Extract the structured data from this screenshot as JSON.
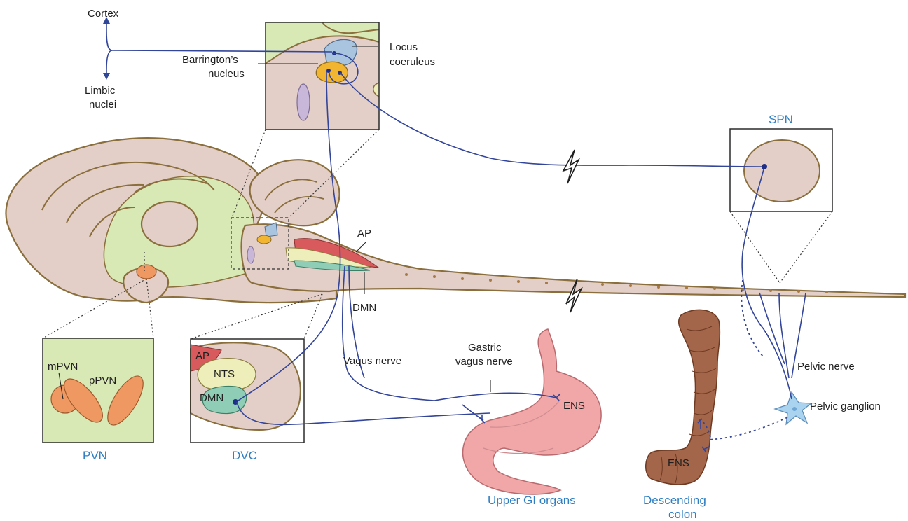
{
  "labels": {
    "cortex": "Cortex",
    "limbic_1": "Limbic",
    "limbic_2": "nuclei",
    "barrington_1": "Barrington’s",
    "barrington_2": "nucleus",
    "locus_1": "Locus",
    "locus_2": "coeruleus",
    "ap_main": "AP",
    "dmn_main": "DMN",
    "mpvn": "mPVN",
    "ppvn": "pPVN",
    "ap_dvc": "AP",
    "nts": "NTS",
    "dmn_dvc": "DMN",
    "vagus": "Vagus nerve",
    "gastric_1": "Gastric",
    "gastric_2": "vagus nerve",
    "ens_stomach": "ENS",
    "ens_colon": "ENS",
    "pelvic_nerve": "Pelvic nerve",
    "pelvic_ganglion": "Pelvic ganglion"
  },
  "titles": {
    "spn": "SPN",
    "pvn": "PVN",
    "dvc": "DVC",
    "upper_gi": "Upper GI organs",
    "descending_1": "Descending",
    "descending_2": "colon"
  },
  "colors": {
    "tissue": "#e3cfc7",
    "tissue_outline": "#8a6e3c",
    "ventricle": "#d9e9b6",
    "nerve": "#33459a",
    "title_blue": "#2f7ec2",
    "locus": "#a9c4df",
    "barrington": "#f2b531",
    "pvn": "#ef9862",
    "ap": "#d85a5c",
    "nts": "#eeeeba",
    "dmn": "#8fcdb6",
    "stomach": "#f1a6a7",
    "colon": "#a4664a",
    "ganglion": "#a9d3ef"
  },
  "icons": [
    "nerve-break-icon",
    "synapse-terminal-icon",
    "neuron-soma-icon"
  ]
}
